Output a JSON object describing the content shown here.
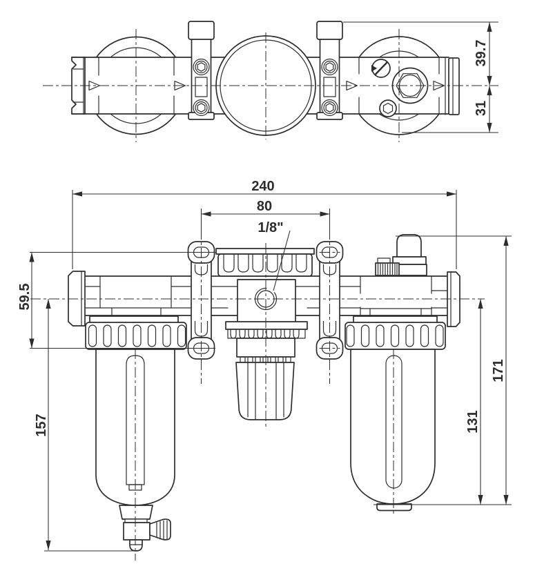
{
  "colors": {
    "line": "#2d2d2d",
    "background": "#ffffff"
  },
  "views": {
    "top": {
      "dimensions": {
        "upper_height": {
          "label": "39.7"
        },
        "lower_height": {
          "label": "31"
        }
      }
    },
    "front": {
      "dimensions": {
        "overall_width": {
          "label": "240"
        },
        "port_spacing": {
          "label": "80"
        },
        "port_thread": {
          "label": "1/8\""
        },
        "bracket_slot_spacing": {
          "label": "59.5"
        },
        "filter_bowl_drop": {
          "label": "157"
        },
        "overall_height": {
          "label": "171"
        },
        "lubricator_bowl_drop": {
          "label": "131"
        }
      }
    }
  }
}
